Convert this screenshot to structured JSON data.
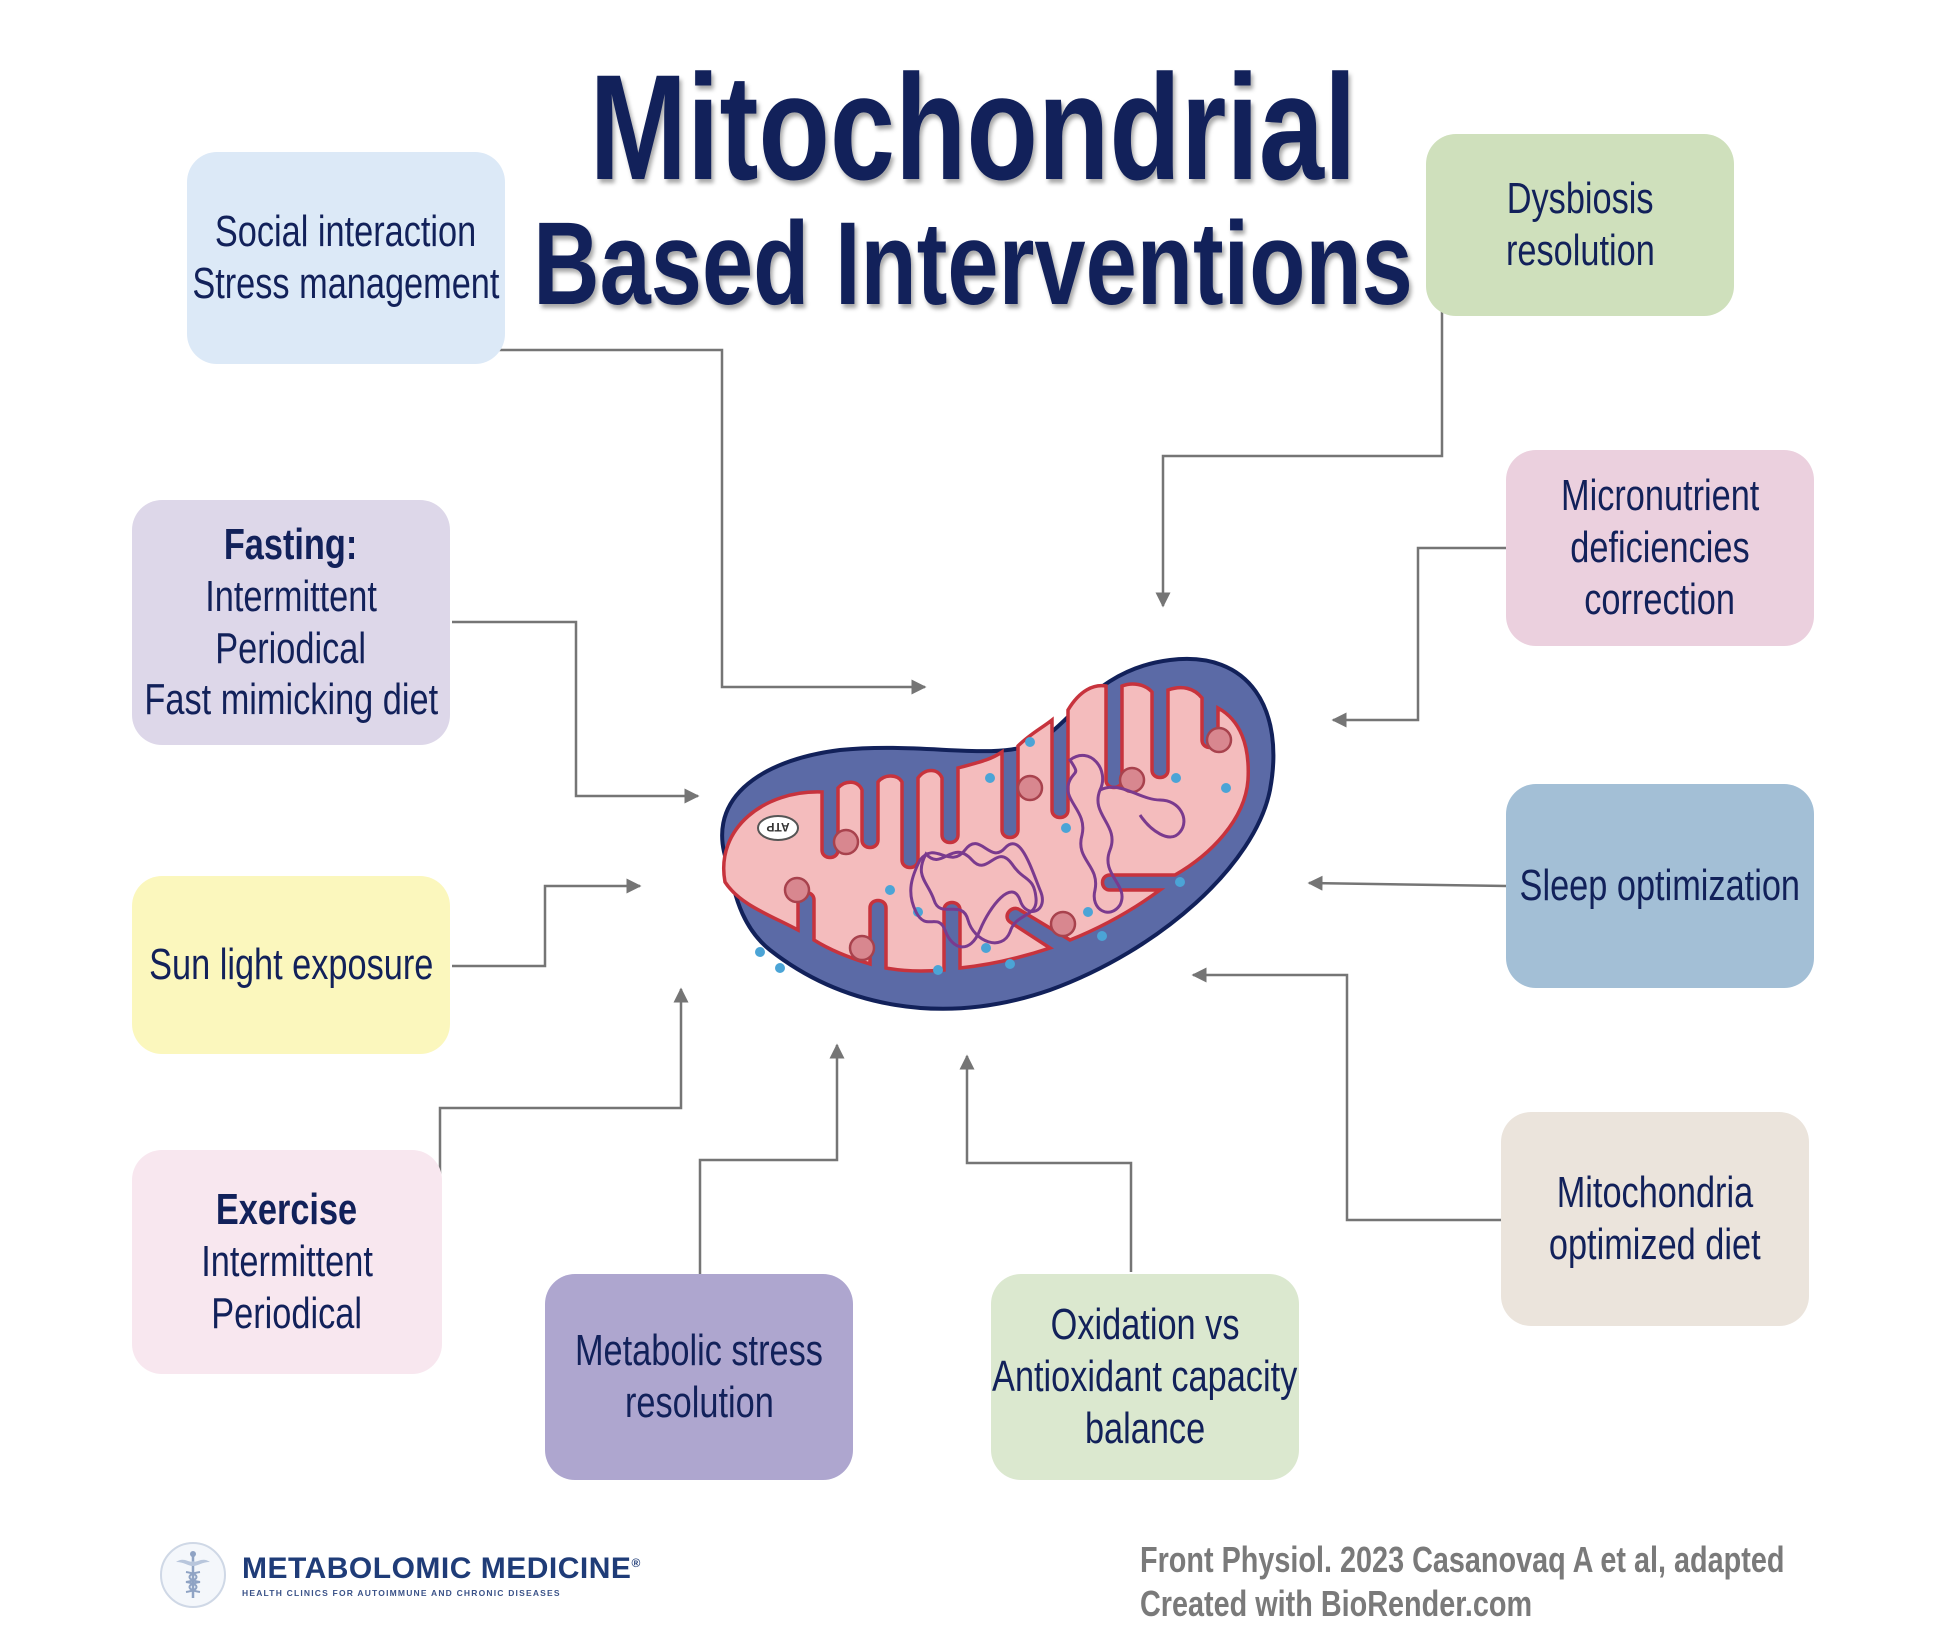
{
  "title": {
    "line1": "Mitochondrial",
    "line2": "Based Interventions"
  },
  "nodes": {
    "social": [
      "Social interaction",
      "Stress management"
    ],
    "dysbiosis": [
      "Dysbiosis",
      "resolution"
    ],
    "fasting": {
      "heading": "Fasting:",
      "lines": [
        "Intermittent",
        "Periodical",
        "Fast mimicking diet"
      ]
    },
    "micronutrient": [
      "Micronutrient",
      "deficiencies",
      "correction"
    ],
    "sunlight": [
      "Sun light exposure"
    ],
    "sleep": [
      "Sleep optimization"
    ],
    "exercise": {
      "heading": "Exercise",
      "lines": [
        "Intermittent",
        "Periodical"
      ]
    },
    "metabolic": [
      "Metabolic stress",
      "resolution"
    ],
    "oxidation": [
      "Oxidation vs",
      "Antioxidant capacity",
      "balance"
    ],
    "diet": [
      "Mitochondria",
      "optimized diet"
    ]
  },
  "mitochondrion": {
    "atp_label": "ATP"
  },
  "footer": {
    "citation": "Front Physiol. 2023 Casanovaq A et al, adapted",
    "credit": "Created with BioRender.com"
  },
  "logo": {
    "name": "METABOLOMIC MEDICINE",
    "registered": "®",
    "tagline": "HEALTH CLINICS FOR AUTOIMMUNE AND CHRONIC DISEASES"
  },
  "colors": {
    "title": "#12215a",
    "social": "#dce9f7",
    "dysbiosis": "#cfe0bc",
    "fasting": "#ddd7e9",
    "micronutrient": "#ebd0de",
    "sunlight": "#fbf7bd",
    "sleep": "#a3bfd6",
    "exercise": "#f8e7ef",
    "metabolic": "#aea6cf",
    "oxidation": "#dbe8cf",
    "diet": "#ebe4dc",
    "arrow": "#757575",
    "membrane_outer": "#5b6aa6",
    "matrix": "#f4bcbd",
    "cristae_stroke": "#c7333d"
  }
}
